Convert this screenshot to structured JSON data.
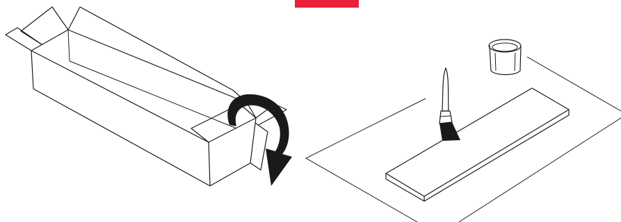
{
  "colors": {
    "accent": "#e8203a",
    "ink": "#1a1a1a",
    "can_fill": "#f0f0f0",
    "background": "#ffffff"
  },
  "steps": [
    {
      "name": "unbox",
      "icon": "open-box-icon"
    },
    {
      "name": "turn-over",
      "icon": "curved-arrow-icon"
    },
    {
      "name": "apply-finish",
      "icon": "paint-brush-icon"
    },
    {
      "name": "finish-can",
      "icon": "paint-can-icon"
    }
  ]
}
